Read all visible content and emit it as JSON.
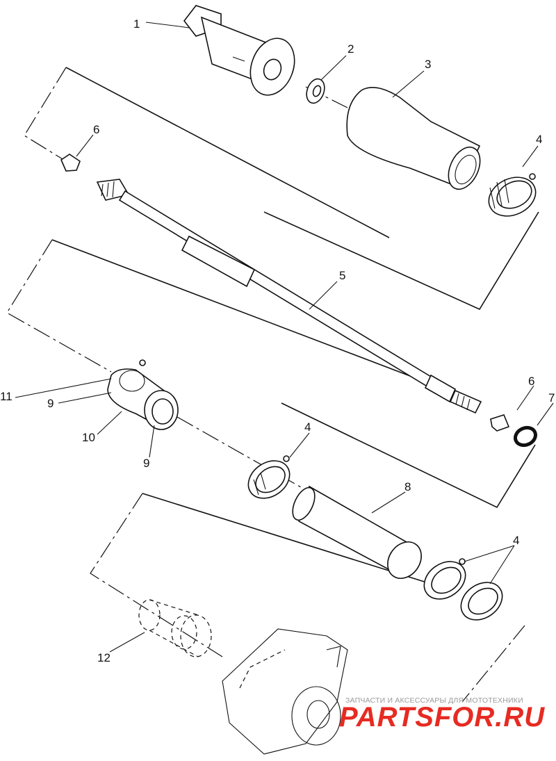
{
  "callouts": [
    {
      "id": "c1",
      "label": "1"
    },
    {
      "id": "c2",
      "label": "2"
    },
    {
      "id": "c3",
      "label": "3"
    },
    {
      "id": "c4a",
      "label": "4"
    },
    {
      "id": "c6a",
      "label": "6"
    },
    {
      "id": "c5",
      "label": "5"
    },
    {
      "id": "c11",
      "label": "11"
    },
    {
      "id": "c9a",
      "label": "9"
    },
    {
      "id": "c10",
      "label": "10"
    },
    {
      "id": "c9b",
      "label": "9"
    },
    {
      "id": "c6b",
      "label": "6"
    },
    {
      "id": "c7",
      "label": "7"
    },
    {
      "id": "c4b",
      "label": "4"
    },
    {
      "id": "c8",
      "label": "8"
    },
    {
      "id": "c4c",
      "label": "4"
    },
    {
      "id": "c12",
      "label": "12"
    }
  ],
  "watermark": {
    "tagline": "ЗАПЧАСТИ И АКСЕССУАРЫ ДЛЯ МОТОТЕХНИКИ",
    "logo": "PARTSFOR.RU"
  }
}
